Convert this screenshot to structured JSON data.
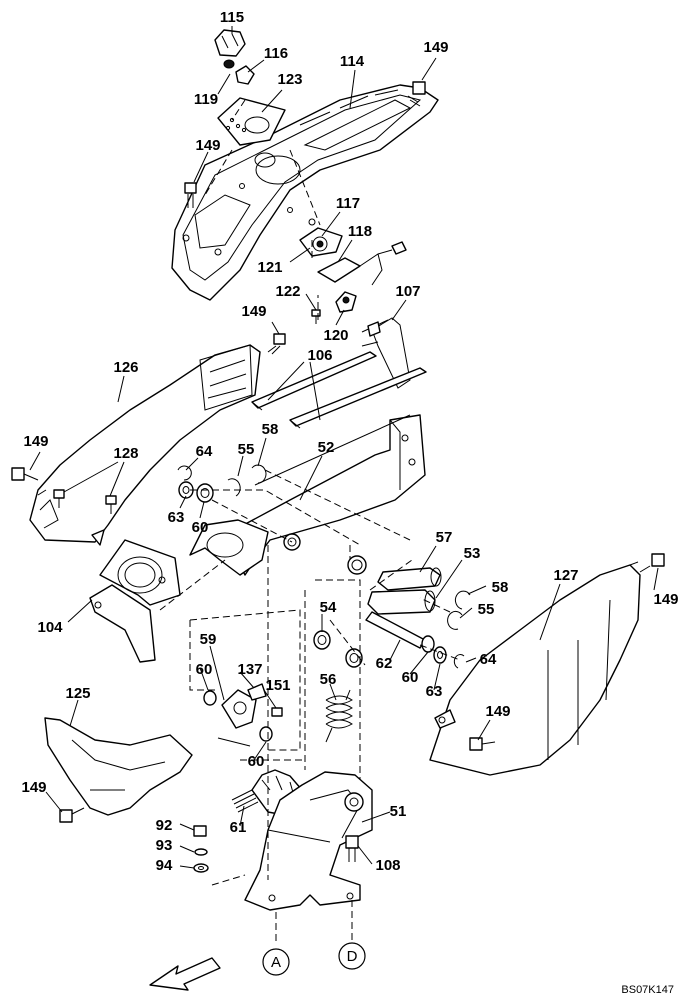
{
  "labels": {
    "p115": "115",
    "p116": "116",
    "p119": "119",
    "p123": "123",
    "p114": "114",
    "p149a": "149",
    "p149b": "149",
    "p117": "117",
    "p118": "118",
    "p121": "121",
    "p122": "122",
    "p107": "107",
    "p149c": "149",
    "p120": "120",
    "p106": "106",
    "p126": "126",
    "p149d": "149",
    "p128": "128",
    "p64a": "64",
    "p55a": "55",
    "p58a": "58",
    "p52": "52",
    "p63a": "63",
    "p60a": "60",
    "p57": "57",
    "p53": "53",
    "p127": "127",
    "p58b": "58",
    "p149e": "149",
    "p55b": "55",
    "p104": "104",
    "p54": "54",
    "p59": "59",
    "p60b": "60",
    "p137": "137",
    "p62": "62",
    "p64b": "64",
    "p60c": "60",
    "p63b": "63",
    "p151": "151",
    "p56": "56",
    "p125": "125",
    "p149f": "149",
    "p149g": "149",
    "p60d": "60",
    "p51": "51",
    "p92": "92",
    "p61": "61",
    "p93": "93",
    "p108": "108",
    "p94": "94"
  },
  "markers": {
    "a": "A",
    "d": "D"
  },
  "drawing_code": "BS07K147"
}
